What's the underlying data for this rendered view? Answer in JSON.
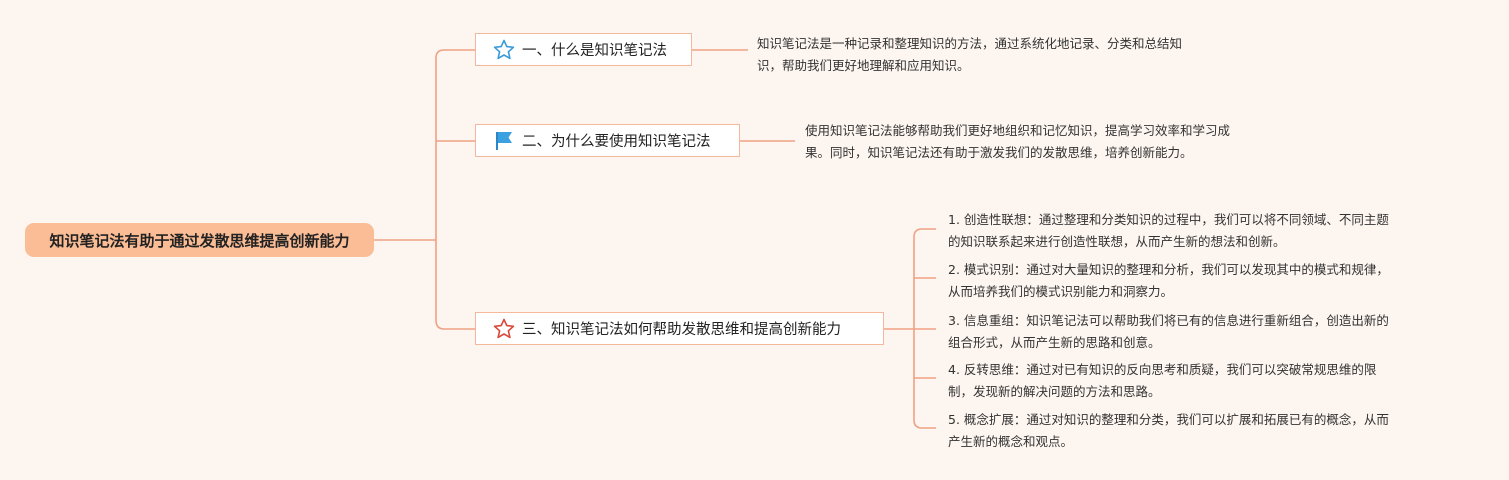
{
  "root": {
    "label": "知识笔记法有助于通过发散思维提高创新能力"
  },
  "topics": [
    {
      "label": "一、什么是知识笔记法",
      "icon": "star-outline-blue-icon",
      "desc": [
        "知识笔记法是一种记录和整理知识的方法，通过系统化地记录、分类和总结知",
        "识，帮助我们更好地理解和应用知识。"
      ]
    },
    {
      "label": "二、为什么要使用知识笔记法",
      "icon": "flag-blue-icon",
      "desc": [
        "使用知识笔记法能够帮助我们更好地组织和记忆知识，提高学习效率和学习成",
        "果。同时，知识笔记法还有助于激发我们的发散思维，培养创新能力。"
      ]
    },
    {
      "label": "三、知识笔记法如何帮助发散思维和提高创新能力",
      "icon": "star-outline-red-icon",
      "subs": [
        [
          "1. 创造性联想：通过整理和分类知识的过程中，我们可以将不同领域、不同主题",
          "的知识联系起来进行创造性联想，从而产生新的想法和创新。"
        ],
        [
          "2. 模式识别：通过对大量知识的整理和分析，我们可以发现其中的模式和规律，",
          "从而培养我们的模式识别能力和洞察力。"
        ],
        [
          "3. 信息重组：知识笔记法可以帮助我们将已有的信息进行重新组合，创造出新的",
          "组合形式，从而产生新的思路和创意。"
        ],
        [
          "4. 反转思维：通过对已有知识的反向思考和质疑，我们可以突破常规思维的限",
          "制，发现新的解决问题的方法和思路。"
        ],
        [
          "5. 概念扩展：通过对知识的整理和分类，我们可以扩展和拓展已有的概念，从而",
          "产生新的概念和观点。"
        ]
      ]
    }
  ],
  "colors": {
    "background": "#fdf5ef",
    "root_fill": "#fbbd96",
    "line": "#f0a184",
    "topic_border": "#f6b89a"
  }
}
